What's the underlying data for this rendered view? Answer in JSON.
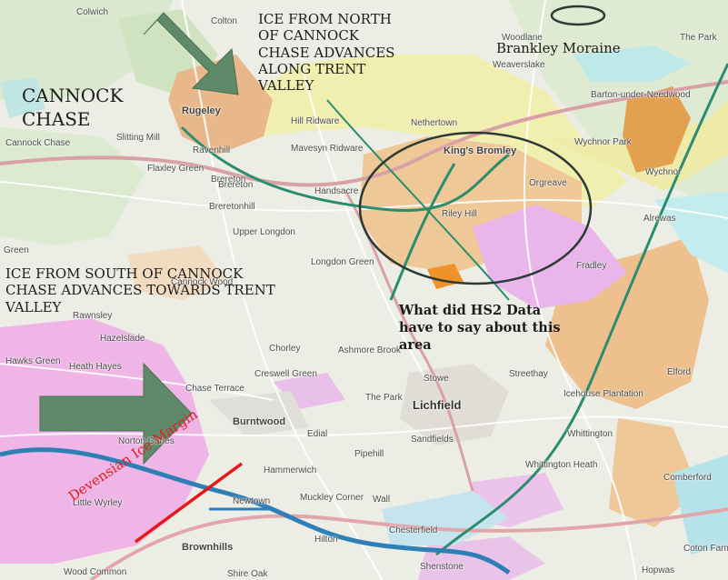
{
  "annotations": {
    "cannock_chase": [
      "CANNOCK",
      "CHASE"
    ],
    "north_ice": [
      "ICE FROM NORTH",
      "OF CANNOCK",
      "CHASE ADVANCES",
      "ALONG TRENT",
      "VALLEY"
    ],
    "south_ice": [
      "ICE FROM SOUTH OF CANNOCK",
      "CHASE ADVANCES TOWARDS TRENT",
      "VALLEY"
    ],
    "brankley_moraine": "Brankley Moraine",
    "hs2_question": [
      "What did HS2 Data",
      "have to say about this",
      "area"
    ],
    "ice_margin": "Devensian Ice Margin"
  },
  "colors": {
    "arrow_fill": "#5f8a6a",
    "ice_margin_line": "#e8171a",
    "outline_ellipse": "#2b3a33",
    "rail_teal": "#2c8c6f",
    "canal_blue": "#2f7fb7"
  },
  "places": [
    "Colwich",
    "Colton",
    "The Park",
    "Woodlane",
    "Weaverslake",
    "Barton-under-Needwood",
    "Rugeley",
    "Hill Ridware",
    "Nethertown",
    "Cannock Chase",
    "Slitting Mill",
    "Ravenhill",
    "Mavesyn Ridware",
    "King's Bromley",
    "Wychnor Park",
    "Wychnor",
    "Brereton",
    "Handsacre",
    "Orgreave",
    "Breretonhill",
    "Riley Hill",
    "Alrewas",
    "Upper Longdon",
    "Longdon Green",
    "Fradley",
    "Cannock Wood",
    "Rawnsley",
    "Chorley",
    "Ashmore Brook",
    "Stowe",
    "Streethay",
    "Elford",
    "Hawks Green",
    "Heath Hayes",
    "Creswell Green",
    "Chase Terrace",
    "The Park",
    "Lichfield",
    "Icehouse Plantation",
    "Burntwood",
    "Edial",
    "Whittington",
    "Norton Canes",
    "Sandfields",
    "Pipehill",
    "Hammerwich",
    "Whittington Heath",
    "Comberford",
    "Little Wyrley",
    "Muckley Corner",
    "Wall",
    "Brownhills",
    "Chesterfield",
    "Hilton",
    "Wood Common",
    "Shire Oak",
    "Shenstone",
    "Hopwas",
    "Coton Farm",
    "Green",
    "Hazelslade",
    "Flaxley Green",
    "Brereton",
    "Newtown"
  ]
}
